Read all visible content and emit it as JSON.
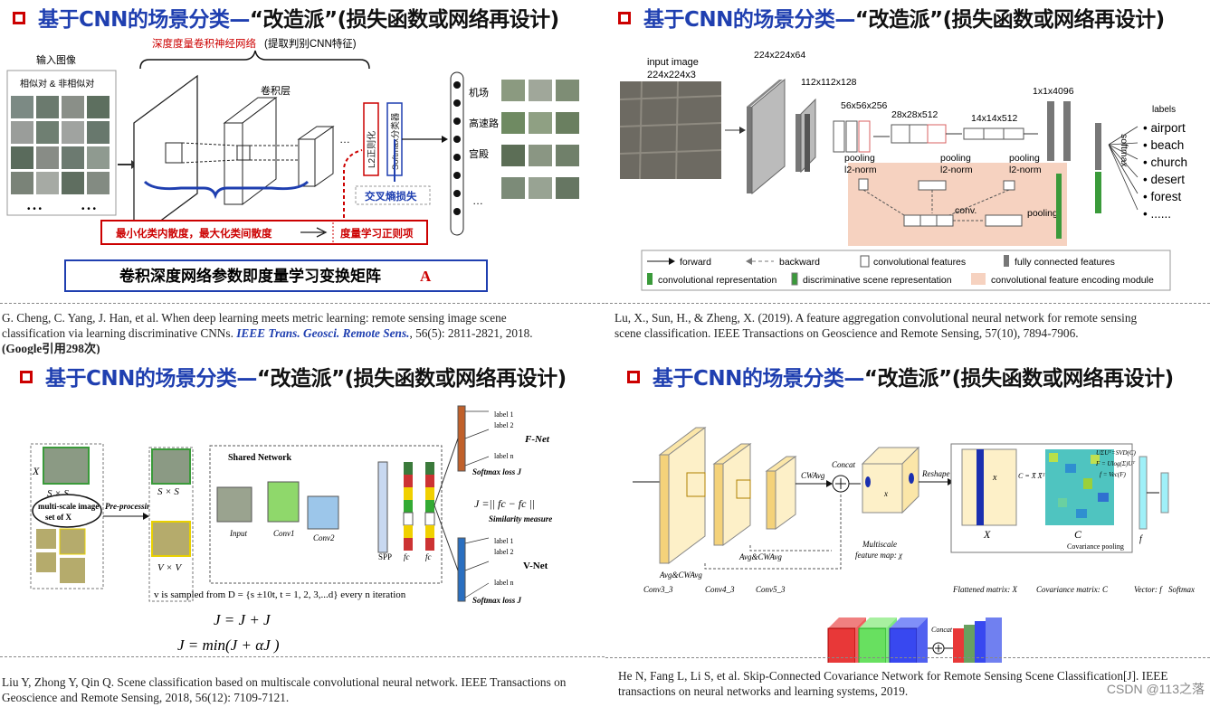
{
  "panels": [
    {
      "title_cn": "基于CNN的场景分类—",
      "title_rest": "“改造派”(损失函数或网络再设计)",
      "citation": [
        "G. Cheng, C. Yang, J. Han, et al. When deep learning meets metric learning: remote sensing image scene",
        "classification via learning discriminative CNNs. ",
        "IEEE Trans. Geosci. Remote Sens.",
        ", 56(5): 2811-2821, 2018.",
        "(Google引用298次)"
      ],
      "labels": {
        "input": "输入图像",
        "pair": "相似对 & 非相似对",
        "top": "深度度量卷积神经网络",
        "top2": "(提取判别CNN特征)",
        "conv": "卷积层",
        "l2": "L2正则化",
        "softmax": "Softmax分类器",
        "cls1": "机场",
        "cls2": "高速路",
        "cls3": "宫殿",
        "dots": "…",
        "ce": "交叉熵损失",
        "minmax": "最小化类内散度，最大化类间散度",
        "metric": "度量学习正则项",
        "bottom": "卷积深度网络参数即度量学习变换矩阵",
        "bottomA": "A"
      }
    },
    {
      "title_cn": "基于CNN的场景分类—",
      "title_rest": "“改造派”(损失函数或网络再设计)",
      "citation": [
        "Lu, X., Sun, H., & Zheng, X. (2019). A feature aggregation convolutional neural network for remote sensing",
        "scene classification. IEEE Transactions on Geoscience and Remote Sensing, 57(10), 7894-7906."
      ],
      "labels": {
        "input": "input image",
        "input2": "224x224x3",
        "s1": "224x224x64",
        "s2": "112x112x128",
        "s3": "56x56x256",
        "s4": "28x28x512",
        "s5": "14x14x512",
        "fc": "1x1x4096",
        "pool1": "pooling",
        "pool2": "pooling",
        "pool3": "pooling",
        "l2a": "l2-norm",
        "l2b": "l2-norm",
        "l2c": "l2-norm",
        "convl": "conv.",
        "pool4": "pooling",
        "softmax": "softmax",
        "labels_title": "labels",
        "classes": [
          "• airport",
          "• beach",
          "• church",
          "• desert",
          "• forest",
          "• ......"
        ],
        "legend": [
          "forward",
          "backward",
          "convolutional features",
          "fully connected features",
          "convolutional representation",
          "discriminative scene representation",
          "convolutional feature encoding module"
        ]
      }
    },
    {
      "title_cn": "基于CNN的场景分类—",
      "title_rest": "“改造派”(损失函数或网络再设计)",
      "citation": [
        "Liu Y, Zhong Y, Qin Q. Scene classification based on multiscale convolutional neural network. IEEE Transactions on",
        "Geoscience and Remote Sensing, 2018, 56(12): 7109-7121."
      ],
      "labels": {
        "x0": "X",
        "sxs": "S × S",
        "multi": "multi-scale image",
        "set": "set of X",
        "pre": "Pre-processing",
        "sxs2": "S × S",
        "vxv": "V × V",
        "shared": "Shared Network",
        "input": "Input",
        "conv1": "Conv1",
        "conv2": "Conv2",
        "spp": "SPP",
        "fc6": "fc",
        "fc7": "fc",
        "fnet": "F-Net",
        "vnet": "V-Net",
        "smf": "Softmax loss J",
        "smv": "Softmax loss J",
        "js": "J  =|| fc  − fc  ||",
        "sim": "Similarity measure",
        "sample": "v  is sampled from  D = {s ±10t,  t = 1, 2, 3,...d}  every n iteration",
        "eq1": "J        = J  + J",
        "eq2": "J       = min(J        + αJ  )",
        "lab1": "label 1",
        "lab2": "label 2",
        "labn": "label n"
      }
    },
    {
      "title_cn": "基于CNN的场景分类—",
      "title_rest": "“改造派”(损失函数或网络再设计)",
      "citation": [
        "He N, Fang L, Li S, et al. Skip-Connected Covariance Network for Remote Sensing Scene Classification[J]. IEEE",
        "transactions on neural networks and learning systems, 2019."
      ],
      "labels": {
        "conv3": "Conv3_3",
        "conv4": "Conv4_3",
        "conv5": "Conv5_3",
        "avg1": "Avg&CWAvg",
        "avg2": "Avg&CWAvg",
        "cwavg": "CWAvg",
        "concat": "Concat",
        "reshape": "Reshape",
        "xi": "x",
        "cov": "C = X̄ X̄ᵀ",
        "svd": "UΣUᵀ=SVD(C)",
        "flog": "F = Ulog(Σ)Uᵀ",
        "fvec": "f = Vec(F)",
        "msf": "Multiscale",
        "msf2": "feature map: χ",
        "flat": "Flattened matrix: X",
        "covm": "Covariance matrix: C",
        "vec": "Vector: f",
        "soft": "Softmax",
        "covp": "Covariance pooling",
        "X": "X",
        "C": "C",
        "f": "f",
        "concat2": "Concat",
        "chi1": "χ",
        "chi2": "χ",
        "chi3": "χ",
        "chi": "χ"
      }
    }
  ],
  "watermark": "CSDN @113之落",
  "colors": {
    "title_blue": "#1f3fb0",
    "red": "#cc0000",
    "salmon": "#f6d2c0",
    "green": "#3a9a3a"
  }
}
